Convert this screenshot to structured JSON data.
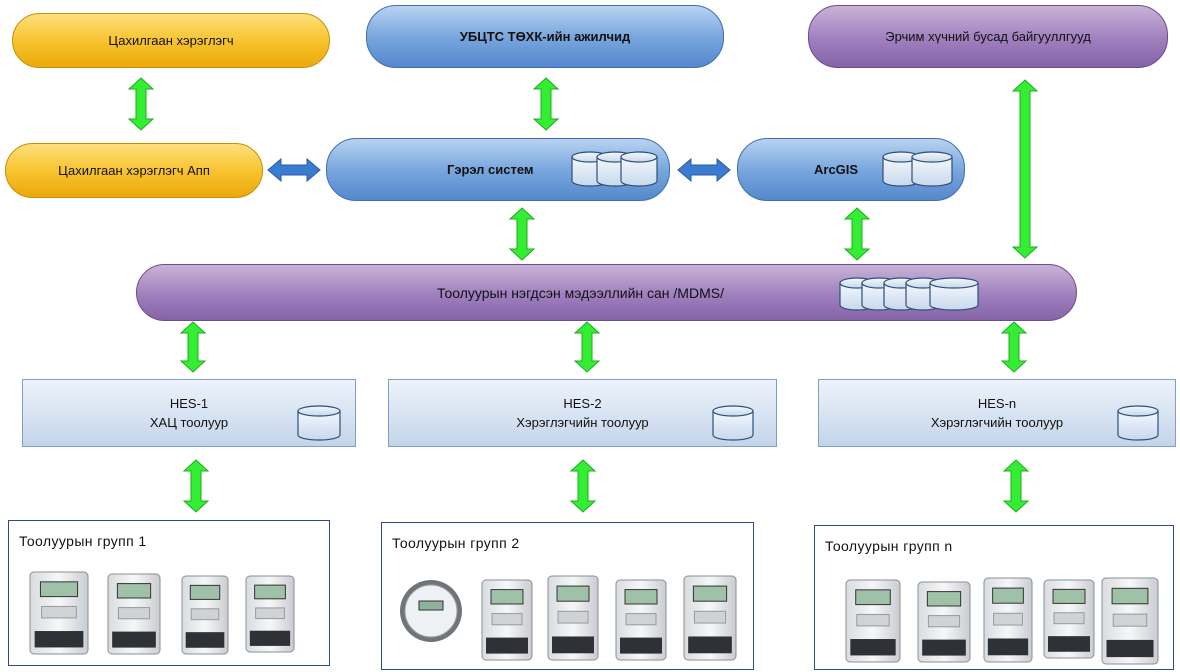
{
  "top": {
    "consumer": "Цахилгаан хэрэглэгч",
    "staff": "УБЦТС ТӨХК-ийн ажилчид",
    "other_orgs": "Эрчим хүчний бусад байгууллгууд"
  },
  "middle": {
    "consumer_app": "Цахилгаан хэрэглэгч Апп",
    "gerel": "Гэрэл систем",
    "arcgis": "ArcGIS"
  },
  "mdms": {
    "label": "Тоолуурын нэгдсэн мэдээллийн сан /MDMS/"
  },
  "hes": [
    {
      "name": "HES-1",
      "desc": "ХАЦ тоолуур"
    },
    {
      "name": "HES-2",
      "desc": "Хэрэглэгчийн тоолуур"
    },
    {
      "name": "HES-n",
      "desc": "Хэрэглэгчийн тоолуур"
    }
  ],
  "groups": [
    {
      "title": "Тоолуурын групп 1"
    },
    {
      "title": "Тоолуурын групп 2"
    },
    {
      "title": "Тоолуурын групп n"
    }
  ],
  "colors": {
    "arrow_green": "#33ee33",
    "arrow_blue": "#3a7cd0",
    "yellow": "#f7c12a",
    "blue": "#79a7de",
    "purple": "#9f7fbd"
  }
}
